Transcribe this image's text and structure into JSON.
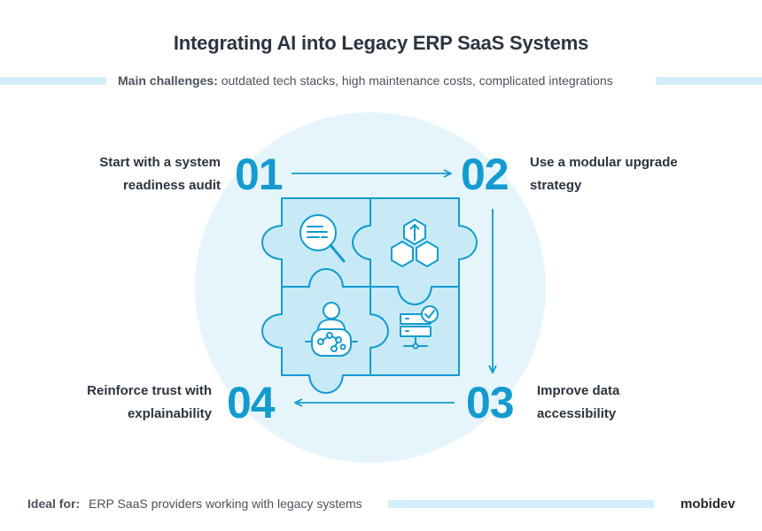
{
  "title": "Integrating AI into Legacy ERP SaaS Systems",
  "challenges": {
    "label": "Main challenges:",
    "text": "outdated tech stacks, high maintenance costs, complicated integrations"
  },
  "steps": [
    {
      "number": "01",
      "line1": "Start with a system",
      "line2": "readiness audit",
      "icon": "magnifier-document-icon"
    },
    {
      "number": "02",
      "line1": "Use a modular upgrade",
      "line2": "strategy",
      "icon": "modular-cubes-icon"
    },
    {
      "number": "03",
      "line1": "Improve data",
      "line2": "accessibility",
      "icon": "server-check-icon"
    },
    {
      "number": "04",
      "line1": "Reinforce trust with",
      "line2": "explainability",
      "icon": "person-neural-icon"
    }
  ],
  "footer": {
    "label": "Ideal for:",
    "text": "ERP SaaS providers working with legacy systems"
  },
  "logo": "mobidev",
  "colors": {
    "accent": "#139bd0",
    "puzzle_fill": "#c8eaf6",
    "puzzle_stroke": "#139bd0",
    "circle_bg": "#e6f5fb",
    "bar": "#d3effa",
    "text": "#2b3440"
  }
}
